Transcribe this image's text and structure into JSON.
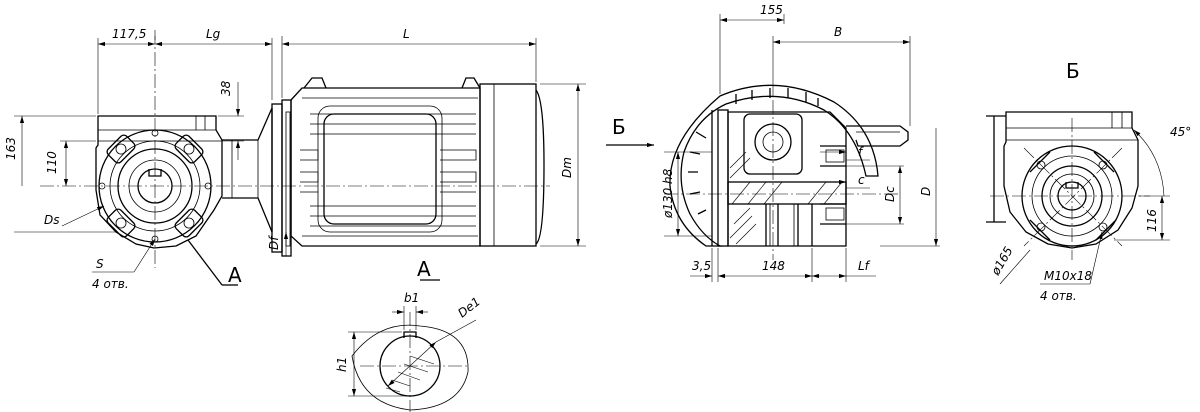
{
  "dimensions": {
    "d_117_5": "117,5",
    "lg": "Lg",
    "l": "L",
    "d_38": "38",
    "d_163": "163",
    "d_110": "110",
    "ds": "Ds",
    "s": "S",
    "holes_4": "4 отв.",
    "df": "Df",
    "dm": "Dm",
    "d_155": "155",
    "b": "B",
    "f": "f",
    "c": "c",
    "dc": "Dc",
    "d": "D",
    "phi130": "ø130 h8",
    "d_3_5": "3,5",
    "d_148": "148",
    "lf": "Lf",
    "d_45": "45°",
    "d_116": "116",
    "phi165": "ø165",
    "m10x18": "M10x18",
    "holes_4b": "4 отв.",
    "b1": "b1",
    "de1": "De1",
    "h1": "h1"
  },
  "view_labels": {
    "section_a_left": "A",
    "section_a_right": "A",
    "view_b_arrow": "Б",
    "view_b_title": "Б"
  }
}
